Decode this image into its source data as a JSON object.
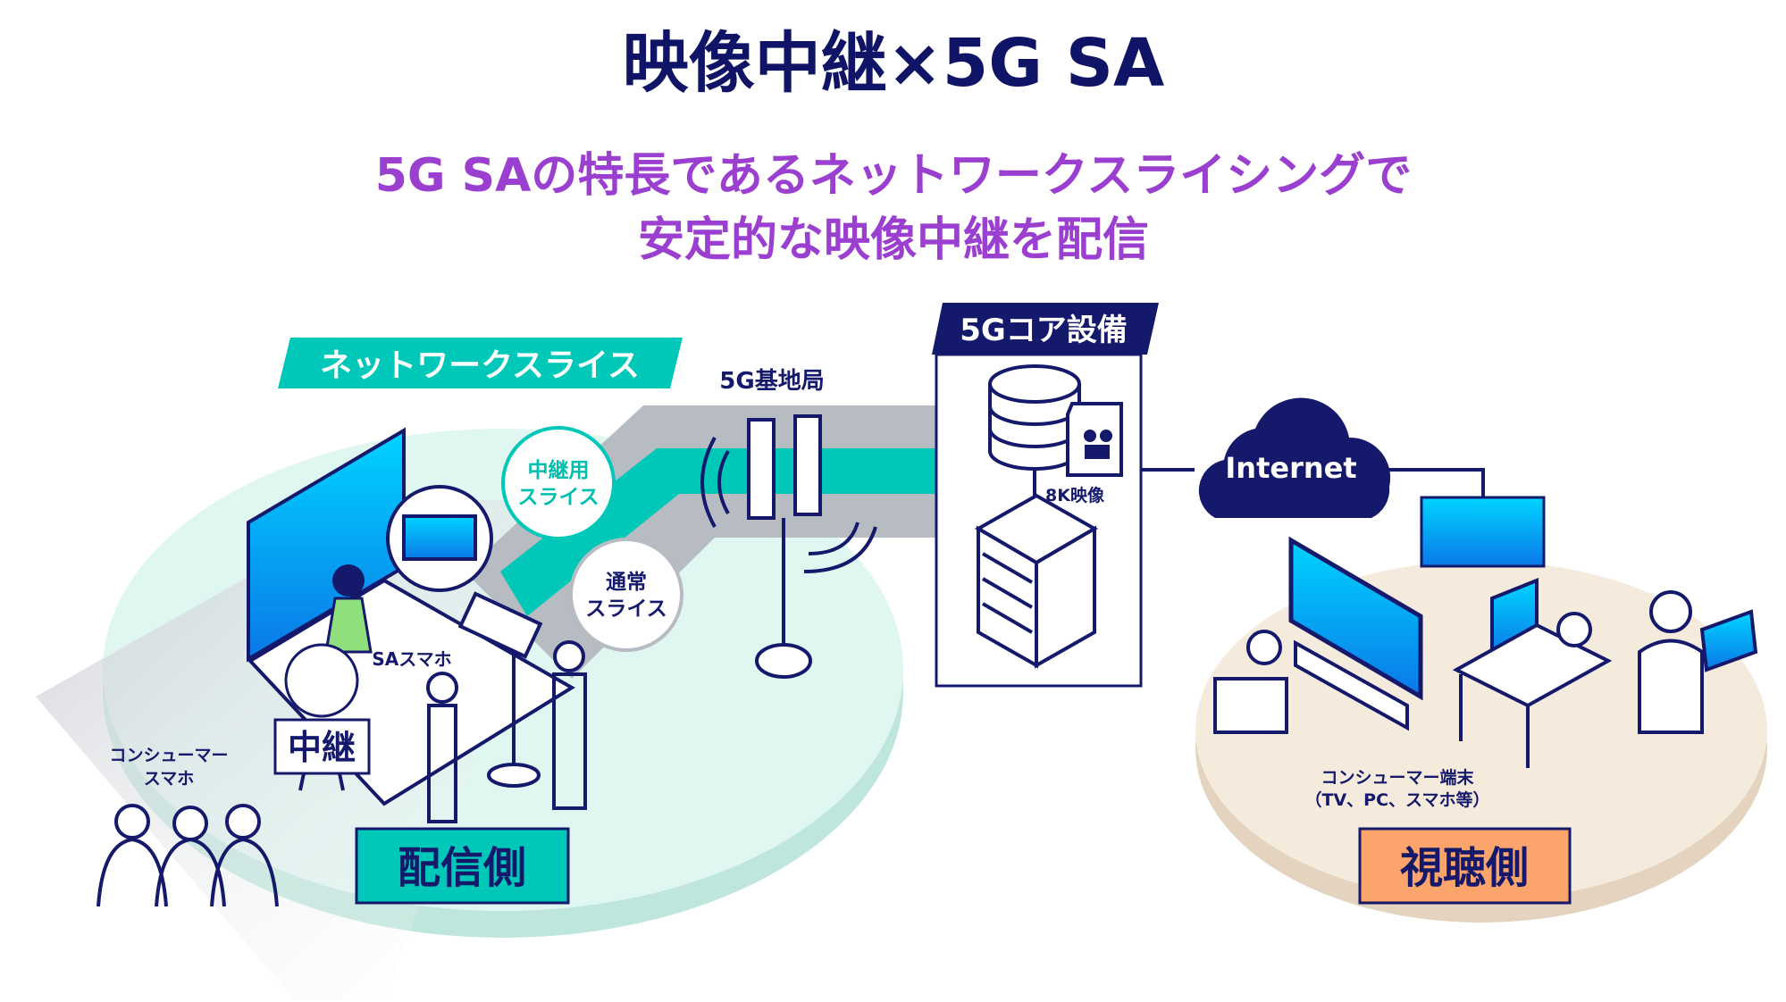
{
  "title": "映像中継×5G SA",
  "subtitle": {
    "line1": "5G SAの特長であるネットワークスライシングで",
    "line2": "安定的な映像中継を配信"
  },
  "labels": {
    "network_slice": "ネットワークスライス",
    "base_station": "5G基地局",
    "relay_slice_line1": "中継用",
    "relay_slice_line2": "スライス",
    "normal_slice_line1": "通常",
    "normal_slice_line2": "スライス",
    "sa_phone": "SAスマホ",
    "relay_sign": "中継",
    "consumer_phone_line1": "コンシューマー",
    "consumer_phone_line2": "スマホ",
    "sender_side": "配信側",
    "core": "5Gコア設備",
    "video_8k": "8K映像",
    "internet": "Internet",
    "consumer_device_line1": "コンシューマー端末",
    "consumer_device_line2": "（TV、PC、スマホ等）",
    "viewer_side": "視聴側"
  },
  "colors": {
    "navy": "#14196b",
    "purple": "#9a3fcf",
    "teal": "#00c8b8",
    "orange": "#fba46b",
    "screen_blue": "#0aa6ee"
  }
}
